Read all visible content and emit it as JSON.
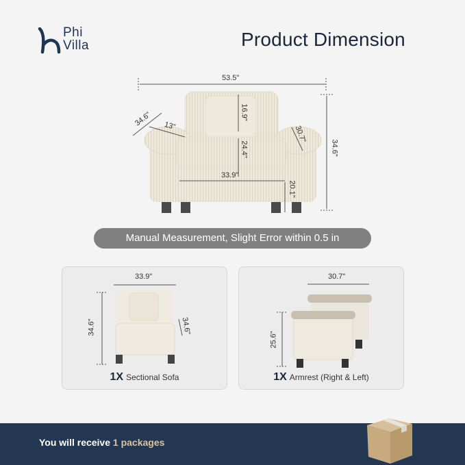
{
  "brand": {
    "logo_icon": "phivilla-h-logo-icon",
    "name_line1": "Phi",
    "name_line2": "Villa"
  },
  "header": {
    "title": "Product Dimension"
  },
  "main_diagram": {
    "overall_width": "53.5\"",
    "arm_depth": "34.6\"",
    "arm_top_width": "13\"",
    "back_height": "16.9\"",
    "seat_depth": "24.4\"",
    "seat_width": "33.9\"",
    "seat_height": "20.1\"",
    "armrest_length": "30.7\"",
    "overall_height": "34.6\""
  },
  "note": {
    "text": "Manual Measurement, Slight Error within 0.5 in"
  },
  "components": [
    {
      "qty": "1X",
      "name": "Sectional Sofa",
      "width": "33.9\"",
      "height": "34.6\"",
      "depth": "34.6\""
    },
    {
      "qty": "1X",
      "name": "Armrest (Right & Left)",
      "width": "30.7\"",
      "height": "25.6\""
    }
  ],
  "footer": {
    "prefix": "You will receive ",
    "count_text": "1 packages",
    "icon": "cardboard-box-icon"
  },
  "colors": {
    "navy": "#243752",
    "accent_tan": "#d8c3a4",
    "pill_gray": "#808080",
    "background": "#f4f4f4"
  }
}
